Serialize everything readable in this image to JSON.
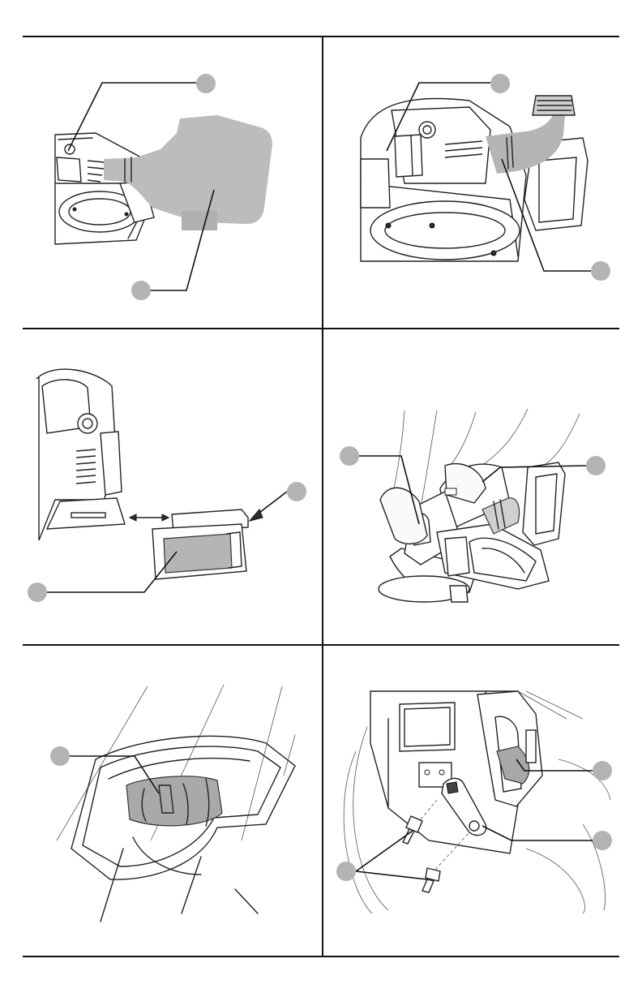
{
  "page": {
    "panels": [
      {
        "id": "dust-bag-attach"
      },
      {
        "id": "vacuum-hose-attach"
      },
      {
        "id": "battery-install"
      },
      {
        "id": "two-hand-operation"
      },
      {
        "id": "trigger-switch-detail"
      },
      {
        "id": "tracking-lever-removal"
      }
    ]
  }
}
